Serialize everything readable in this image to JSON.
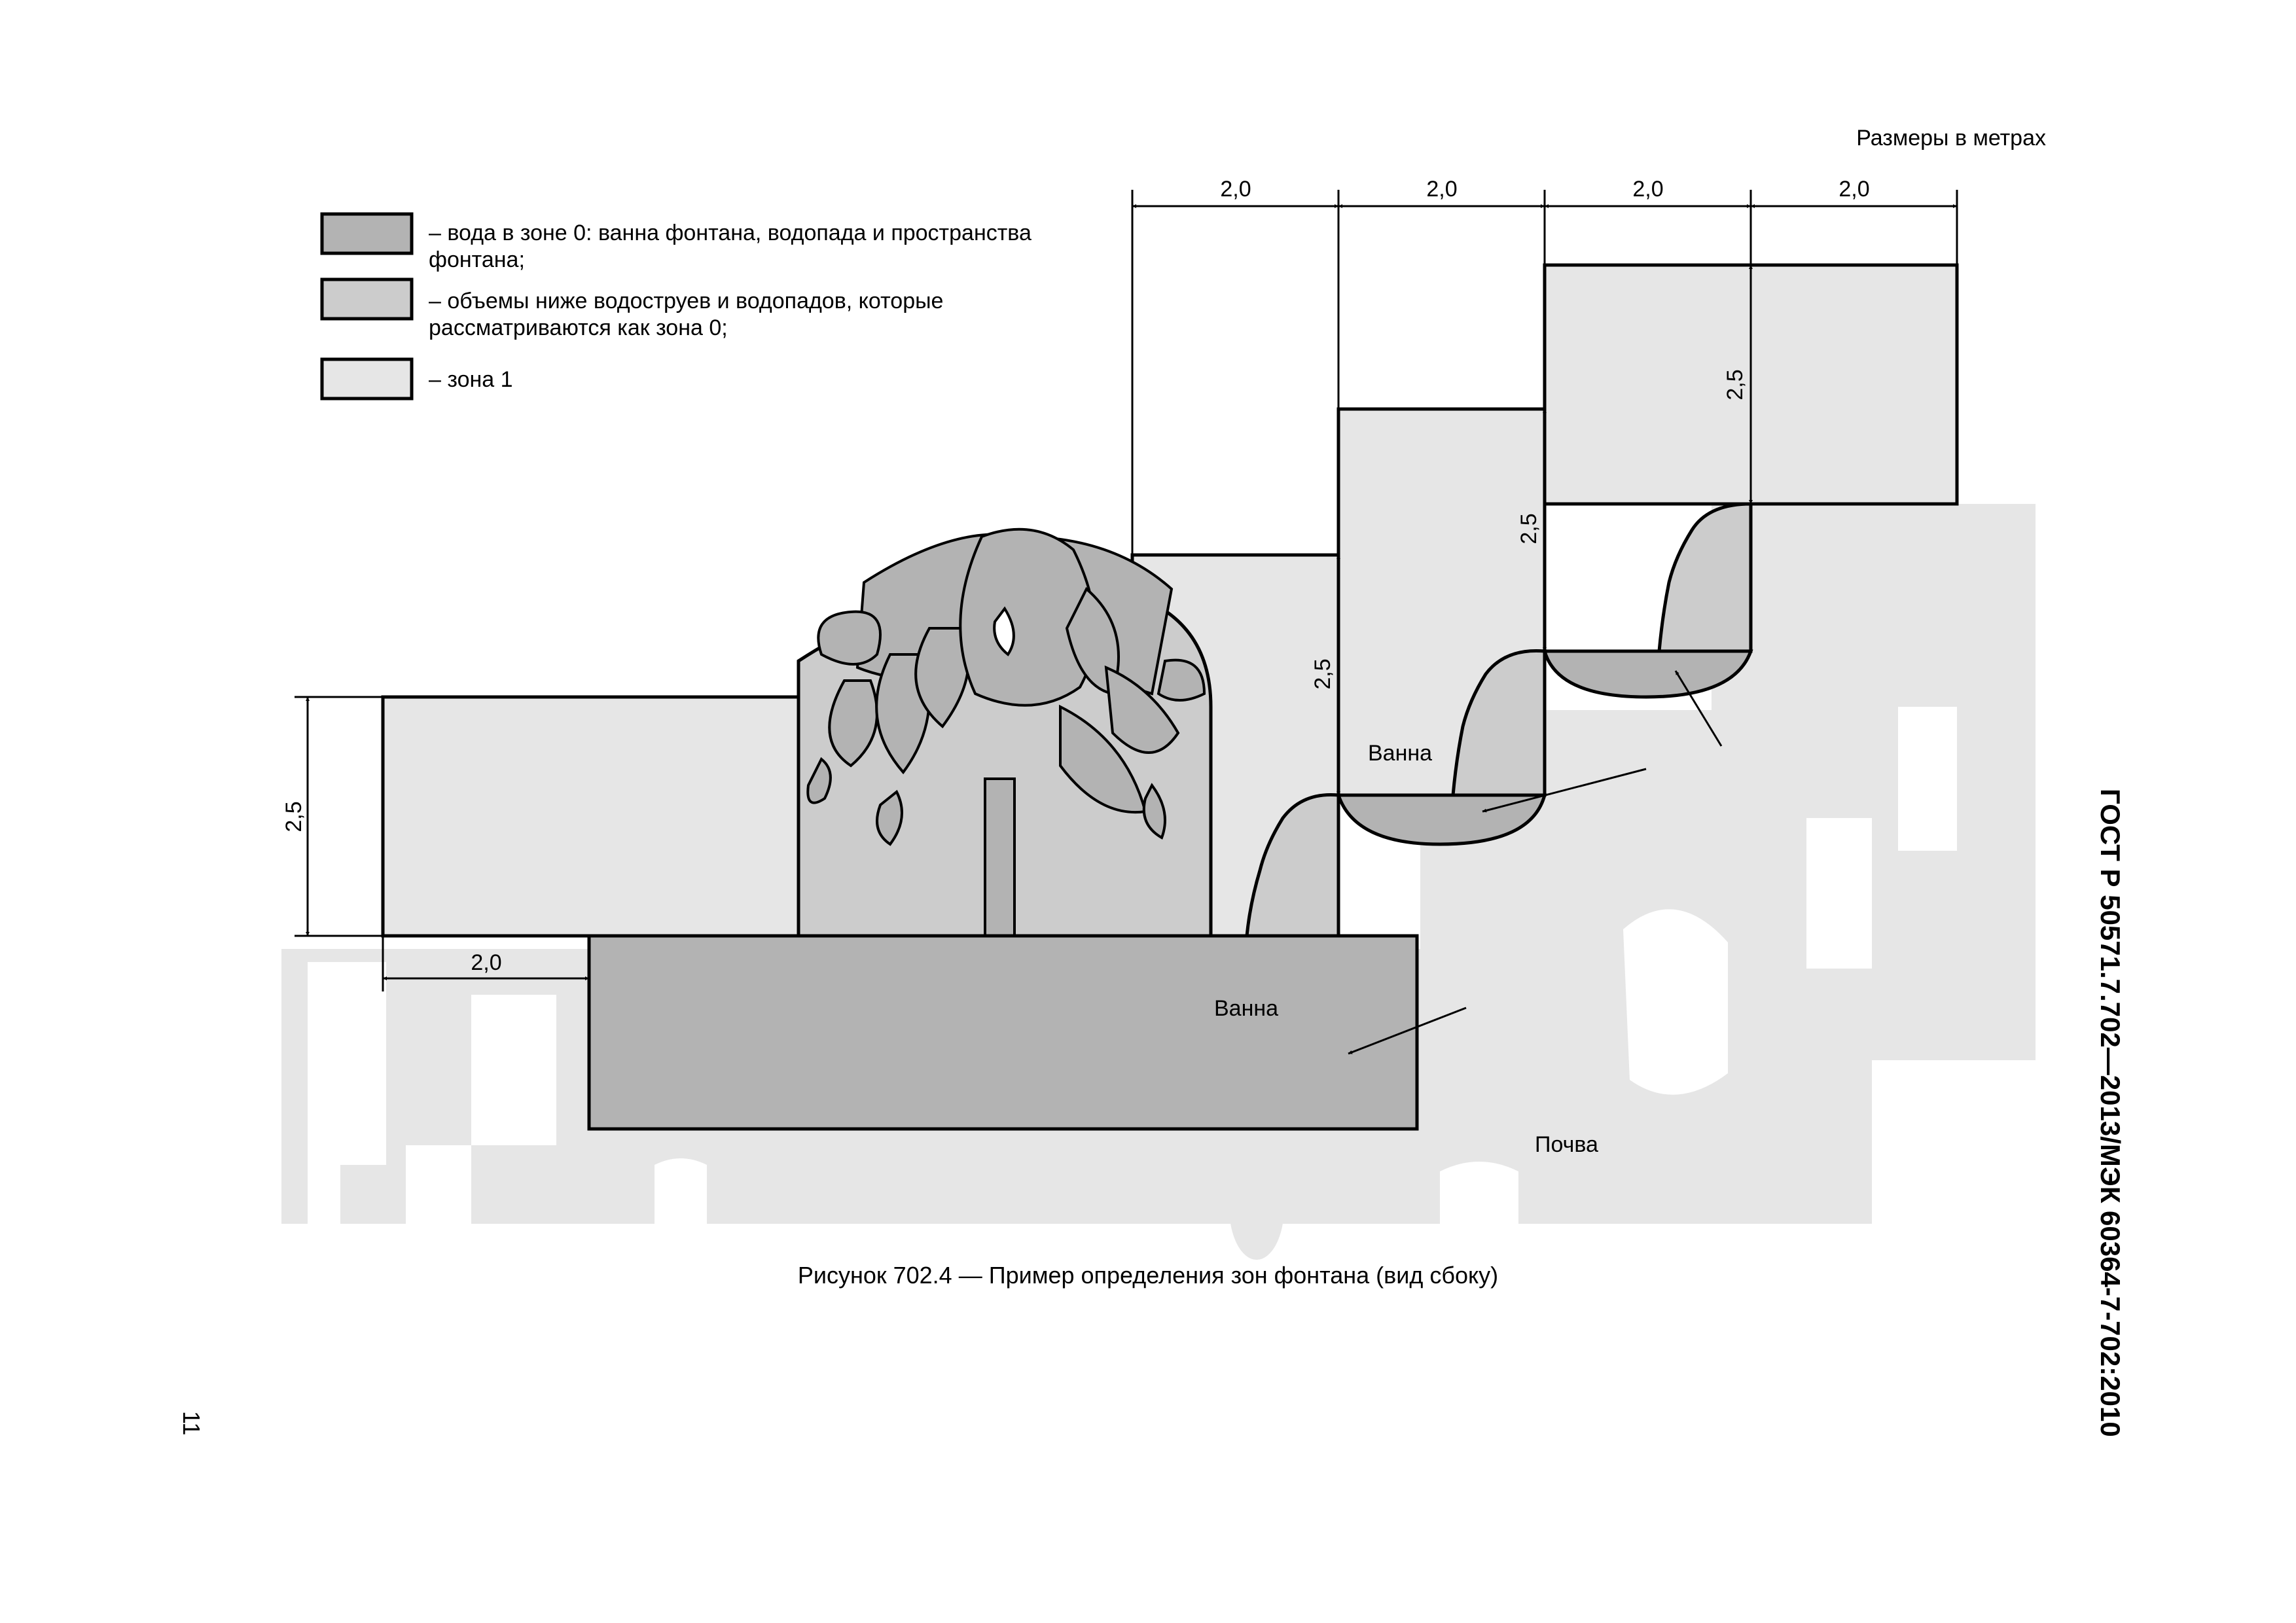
{
  "units_note": "Размеры в метрах",
  "legend": [
    {
      "swatch_color": "#b3b3b3",
      "text": "– вода в зоне 0: ванна фонтана, водопада и пространства фонтана;"
    },
    {
      "swatch_color": "#cccccc",
      "text": "– объемы ниже водоструев и водопадов, которые рассматриваются как зона 0;"
    },
    {
      "swatch_color": "#e6e6e6",
      "text": "– зона 1"
    }
  ],
  "dimensions": {
    "widths": [
      "2,0",
      "2,0",
      "2,0",
      "2,0"
    ],
    "left_offset": "2,0",
    "heights": [
      "2,5",
      "2,5",
      "2,5",
      "2,5"
    ]
  },
  "labels": {
    "bath_lower": "Ванна",
    "bath_step": "Ванна",
    "soil": "Почва"
  },
  "caption": "Рисунок  702.4 — Пример определения зон фонтана (вид сбоку)",
  "side_code": "ГОСТ Р 50571.7.702—2013/МЭК 60364-7-702:2010",
  "page_number": "11"
}
